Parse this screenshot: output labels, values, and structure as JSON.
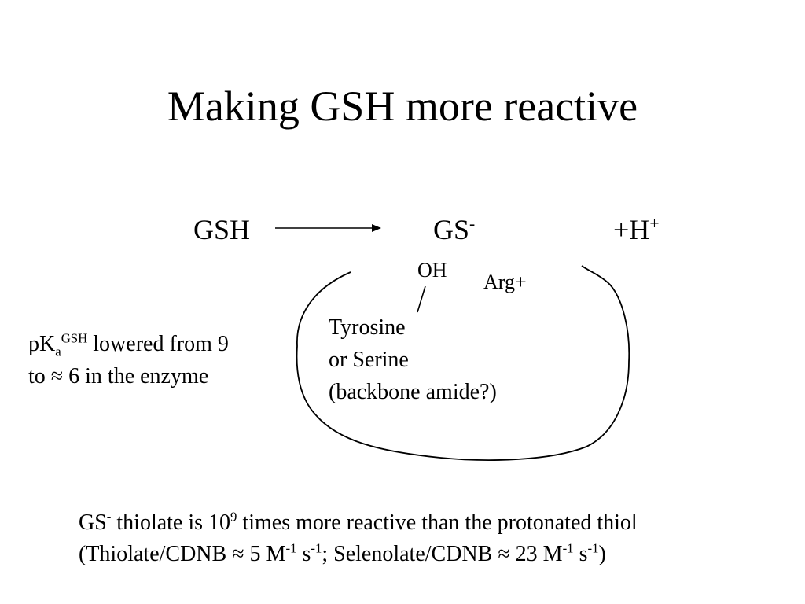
{
  "slide": {
    "title": "Making GSH more reactive"
  },
  "reaction": {
    "reactant": "GSH",
    "product_base": "GS",
    "product_sup": "-",
    "proton_base": "+H",
    "proton_sup": "+"
  },
  "active_site": {
    "hydroxyl": "OH",
    "arginine": "Arg+",
    "residue_line1": "Tyrosine",
    "residue_line2": "or Serine",
    "residue_line3": "(backbone amide?)"
  },
  "pka_note": {
    "prefix": "pK",
    "sub": "a",
    "sup": "GSH",
    "line1_rest": " lowered from 9",
    "line2": "to ≈ 6 in the enzyme"
  },
  "footer": {
    "l1_a": "GS",
    "l1_sup": "-",
    "l1_b": " thiolate is 10",
    "l1_exp": "9",
    "l1_c": " times more reactive than the protonated thiol",
    "l2_a": "(Thiolate/CDNB ≈ 5 M",
    "l2_exp1": "-1",
    "l2_b": " s",
    "l2_exp2": "-1",
    "l2_c": "; Selenolate/CDNB ≈ 23 M",
    "l2_exp3": "-1",
    "l2_d": " s",
    "l2_exp4": "-1",
    "l2_e": ")"
  }
}
